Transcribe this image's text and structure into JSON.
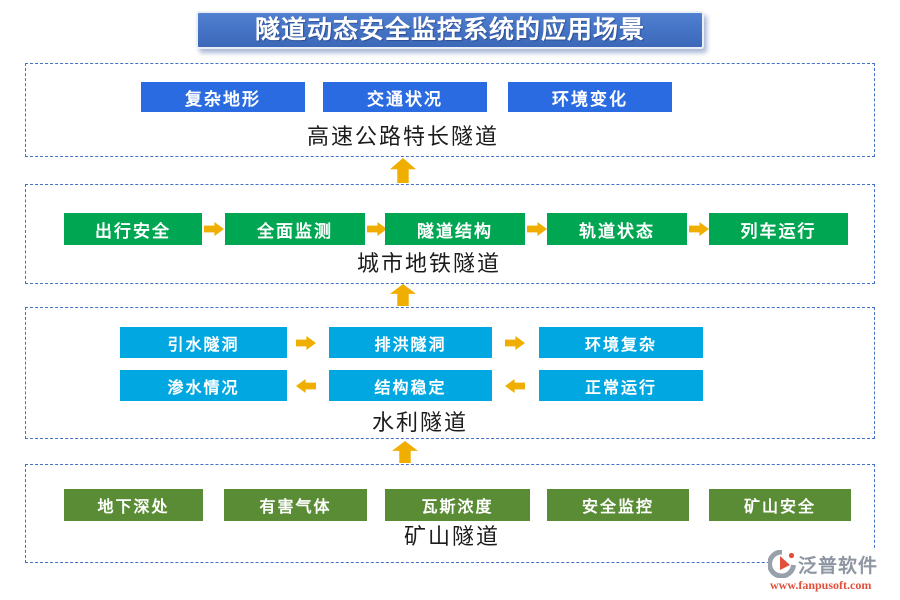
{
  "title": "隧道动态安全监控系统的应用场景",
  "sections": [
    {
      "label": "高速公路特长隧道",
      "items": [
        "复杂地形",
        "交通状况",
        "环境变化"
      ]
    },
    {
      "label": "城市地铁隧道",
      "items": [
        "出行安全",
        "全面监测",
        "隧道结构",
        "轨道状态",
        "列车运行"
      ]
    },
    {
      "label": "水利隧道",
      "row1": [
        "引水隧洞",
        "排洪隧洞",
        "环境复杂"
      ],
      "row2": [
        "渗水情况",
        "结构稳定",
        "正常运行"
      ]
    },
    {
      "label": "矿山隧道",
      "items": [
        "地下深处",
        "有害气体",
        "瓦斯浓度",
        "安全监控",
        "矿山安全"
      ]
    }
  ],
  "logo": {
    "brand": "泛普软件",
    "website": "www.fanpusoft.com"
  },
  "colors": {
    "title_bg": "#4472c4",
    "highway_node": "#2b6be2",
    "metro_node": "#00a651",
    "water_node": "#00a7e1",
    "mine_node": "#5a8c36",
    "arrow": "#efae00",
    "section_border": "#4472c4",
    "logo_gray": "#8e96a2",
    "logo_red": "#e0503a"
  }
}
